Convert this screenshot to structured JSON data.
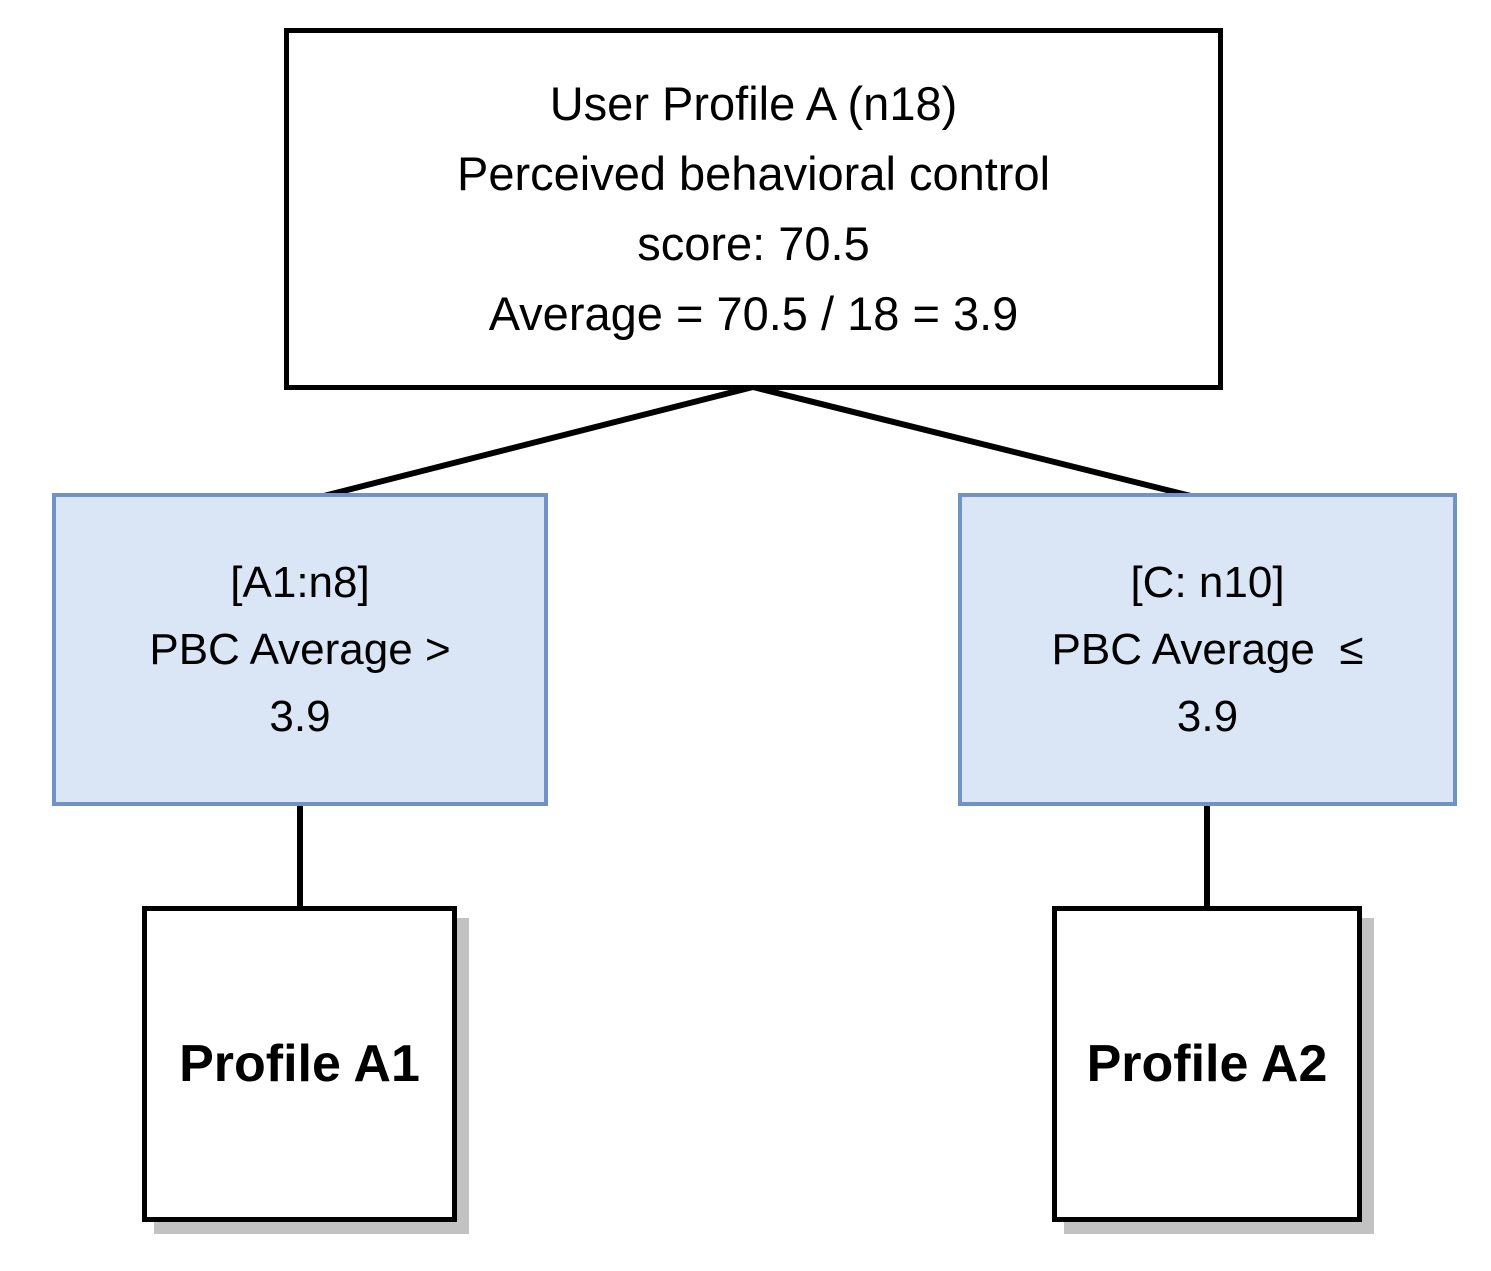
{
  "diagram": {
    "root": {
      "lines": [
        "User Profile A (n18)",
        "Perceived behavioral control",
        "score: 70.5",
        "Average = 70.5 / 18 = 3.9"
      ]
    },
    "branch_left": {
      "lines": [
        "[A1:n8]",
        "PBC Average >",
        "3.9"
      ]
    },
    "branch_right": {
      "lines": [
        "[C: n10]",
        "PBC Average  ≤",
        "3.9"
      ]
    },
    "leaf_left": {
      "label": "Profile A1"
    },
    "leaf_right": {
      "label": "Profile A2"
    }
  },
  "colors": {
    "background": "#ffffff",
    "node_border": "#000000",
    "branch_fill": "#dae5f5",
    "branch_border": "#7092c6",
    "connector": "#000000",
    "leaf_shadow": "#c2c2c2"
  }
}
